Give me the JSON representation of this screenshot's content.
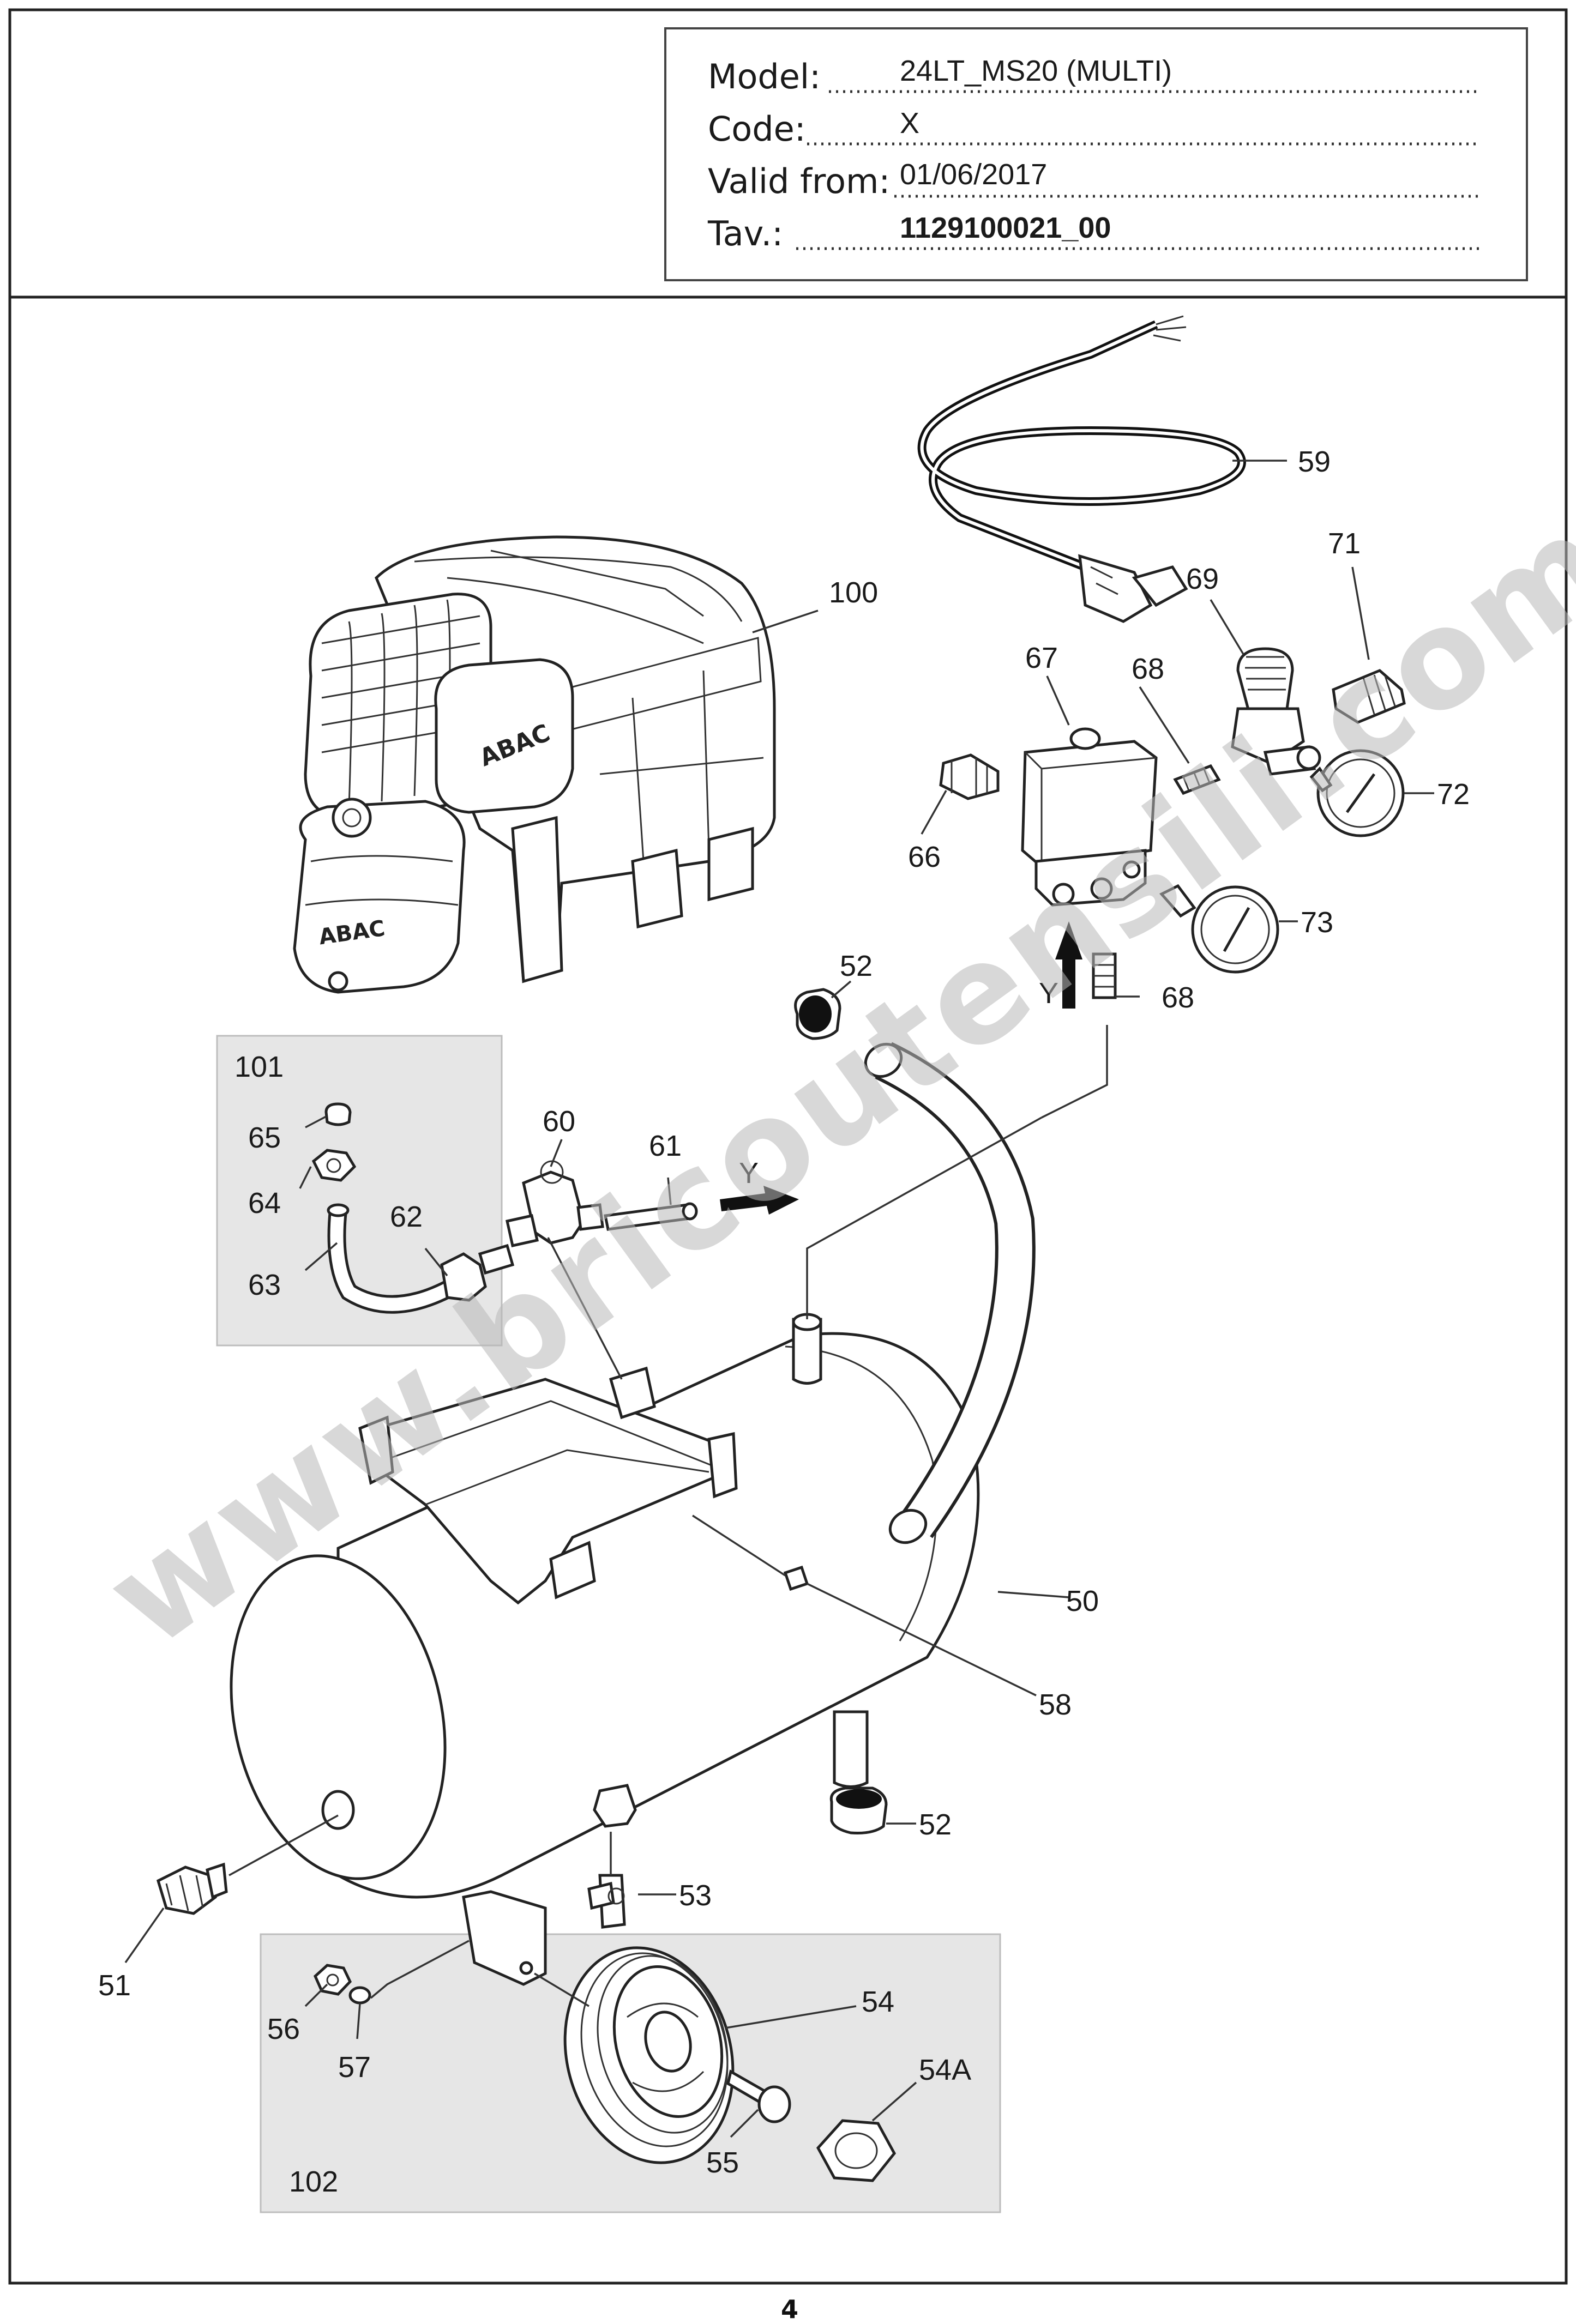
{
  "header": {
    "model_label": "Model:",
    "model_value": "24LT_MS20 (MULTI)",
    "code_label": "Code:",
    "code_value": "X",
    "valid_label": "Valid from:",
    "valid_value": "01/06/2017",
    "tav_label": "Tav.:",
    "tav_value": "1129100021_00"
  },
  "watermark": "www.bricoutensili.com",
  "brand_logo": "ABAC",
  "callouts": {
    "c100": "100",
    "c59": "59",
    "c71": "71",
    "c69": "69",
    "c67": "67",
    "c68a": "68",
    "c72": "72",
    "c66": "66",
    "c73": "73",
    "c68b": "68",
    "y_vertical": "Y",
    "c52a": "52",
    "c101": "101",
    "c65": "65",
    "c64": "64",
    "c62": "62",
    "c63": "63",
    "c60": "60",
    "c61": "61",
    "y_horizontal": "Y",
    "c50": "50",
    "c58": "58",
    "c52b": "52",
    "c53": "53",
    "c51": "51",
    "c56": "56",
    "c57": "57",
    "c54": "54",
    "c54a": "54A",
    "c55": "55",
    "c102": "102"
  },
  "page_number": "4"
}
